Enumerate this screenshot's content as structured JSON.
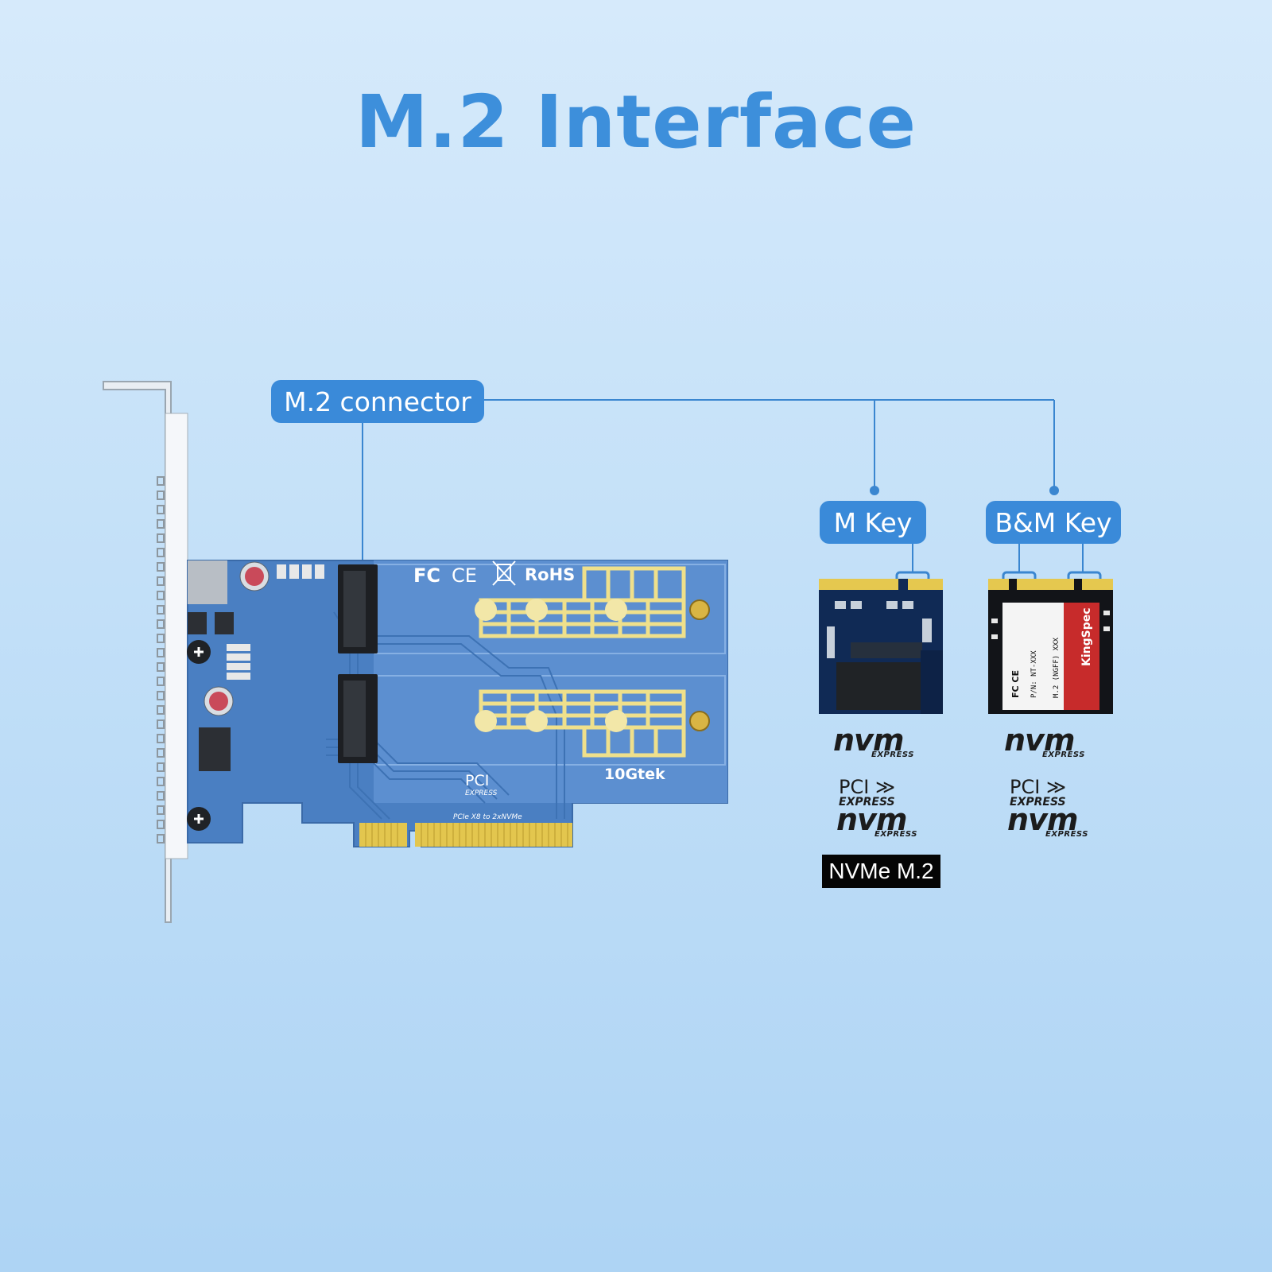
{
  "title": "M.2 Interface",
  "labels": {
    "connector": "M.2 connector",
    "m_key": "M Key",
    "bm_key": "B&M Key",
    "nvme_tag": "NVMe M.2"
  },
  "board": {
    "brand": "10Gtek",
    "certifications": [
      "FC",
      "CE",
      "RoHS"
    ],
    "pci_logo": "PCI",
    "pci_logo_sub": "EXPRESS",
    "edge_caption": "PCIe X8 to 2xNVMe"
  },
  "logos": {
    "nvm": "nvm",
    "express": "EXPRESS",
    "pci": "PCI",
    "pci_express": "EXPRESS"
  },
  "ssd_right": {
    "brand": "KingSpec",
    "model": "M.2 (NGFF) XXX",
    "pn": "P/N: NT-XXX",
    "marks": "FC CE"
  },
  "colors": {
    "title": "#3d8fdb",
    "pill": "#3a8ad9",
    "board": "#4a7fc2",
    "connector_lines": "#3a86d0",
    "gold": "#e8d36a"
  }
}
